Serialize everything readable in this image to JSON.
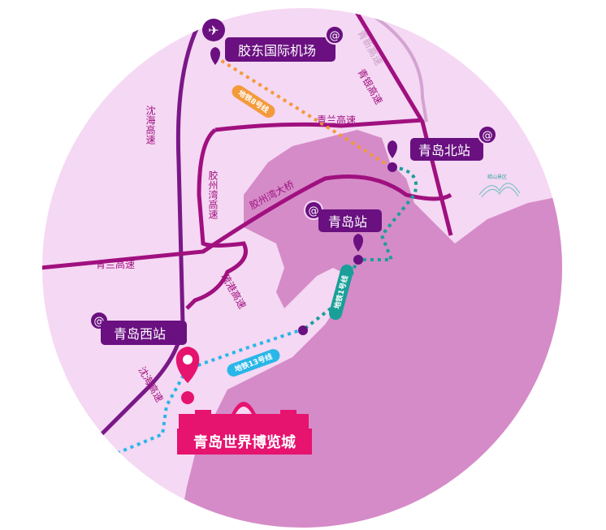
{
  "places": {
    "airport": "胶东国际机场",
    "north_station": "青岛北站",
    "qingdao_station": "青岛站",
    "west_station": "青岛西站",
    "expo_city": "青岛世界博览城",
    "laoshan": "崂山景区"
  },
  "roads": {
    "qingxin": "青新高速",
    "qingyin": "青银高速",
    "qinglan_top": "青兰高速",
    "qinglan_left": "青兰高速",
    "shenhai_top": "沈海高速",
    "shenhai_bottom": "沈海高速",
    "jiaozhouwan_hw": "胶州湾高速",
    "bridge": "胶州湾大桥",
    "shugang": "疏港高速"
  },
  "metro": {
    "line8": "地铁8号线",
    "line1": "地铁1号线",
    "line13": "地铁13号线"
  },
  "colors": {
    "land": "#f5d8f3",
    "sea": "#d58bc8",
    "road": "#a0107f",
    "label_bg": "#6a1080",
    "expo": "#e6136f",
    "line8": "#f39a3a",
    "line1": "#1a9f98",
    "line13": "#29b6e8"
  }
}
